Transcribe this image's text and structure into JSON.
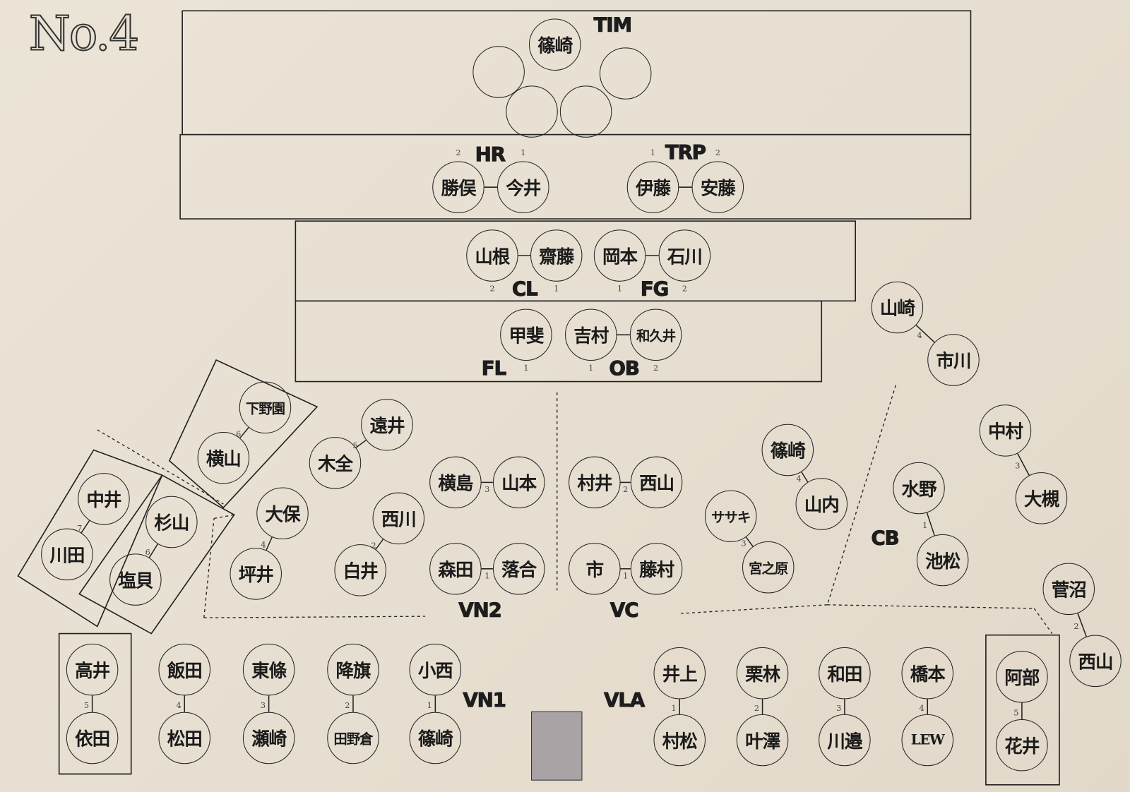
{
  "title": "No.4",
  "sections": {
    "TIM": "TIM",
    "HR": "HR",
    "TRP": "TRP",
    "CL": "CL",
    "FG": "FG",
    "FL": "FL",
    "OB": "OB",
    "CB": "CB",
    "VC": "VC",
    "VN2": "VN2",
    "VN1": "VN1",
    "VLA": "VLA"
  },
  "seats": [
    {
      "id": "tim",
      "name": "篠崎"
    },
    {
      "id": "tim_e1",
      "name": ""
    },
    {
      "id": "tim_e2",
      "name": ""
    },
    {
      "id": "tim_e3",
      "name": ""
    },
    {
      "id": "tim_e4",
      "name": ""
    },
    {
      "id": "hr2",
      "name": "勝俣",
      "num": "2"
    },
    {
      "id": "hr1",
      "name": "今井",
      "num": "1"
    },
    {
      "id": "trp1",
      "name": "伊藤",
      "num": "1"
    },
    {
      "id": "trp2",
      "name": "安藤",
      "num": "2"
    },
    {
      "id": "cl2",
      "name": "山根",
      "num": "2"
    },
    {
      "id": "cl1",
      "name": "齋藤",
      "num": "1"
    },
    {
      "id": "fg1",
      "name": "岡本",
      "num": "1"
    },
    {
      "id": "fg2",
      "name": "石川",
      "num": "2"
    },
    {
      "id": "fl1",
      "name": "甲斐",
      "num": "1"
    },
    {
      "id": "ob1",
      "name": "吉村",
      "num": "1"
    },
    {
      "id": "ob2",
      "name": "和久井",
      "num": "2"
    },
    {
      "id": "hn_a",
      "name": "山崎"
    },
    {
      "id": "hn_b",
      "name": "市川"
    },
    {
      "id": "cb3a",
      "name": "中村"
    },
    {
      "id": "cb3b",
      "name": "大槻"
    },
    {
      "id": "cb1a",
      "name": "水野"
    },
    {
      "id": "cb1b",
      "name": "池松"
    },
    {
      "id": "cb2a",
      "name": "菅沼"
    },
    {
      "id": "cb2b",
      "name": "西山"
    },
    {
      "id": "vc4a",
      "name": "篠崎"
    },
    {
      "id": "vc4b",
      "name": "山内"
    },
    {
      "id": "vc3a",
      "name": "ササキ"
    },
    {
      "id": "vc3b",
      "name": "宮之原"
    },
    {
      "id": "vc2a",
      "name": "村井"
    },
    {
      "id": "vc2b",
      "name": "西山"
    },
    {
      "id": "vc1a",
      "name": "市"
    },
    {
      "id": "vc1b",
      "name": "藤村"
    },
    {
      "id": "vn3a",
      "name": "横島"
    },
    {
      "id": "vn3b",
      "name": "山本"
    },
    {
      "id": "vn1a",
      "name": "森田"
    },
    {
      "id": "vn1b",
      "name": "落合"
    },
    {
      "id": "vn2a",
      "name": "西川"
    },
    {
      "id": "vn2b",
      "name": "白井"
    },
    {
      "id": "vn5a",
      "name": "遠井"
    },
    {
      "id": "vn5b",
      "name": "木全"
    },
    {
      "id": "vn4a",
      "name": "大保"
    },
    {
      "id": "vn4b",
      "name": "坪井"
    },
    {
      "id": "vn6a",
      "name": "下野園"
    },
    {
      "id": "vn6b",
      "name": "横山"
    },
    {
      "id": "vn7a",
      "name": "中井"
    },
    {
      "id": "vn7b",
      "name": "川田"
    },
    {
      "id": "vn6c",
      "name": "杉山"
    },
    {
      "id": "vn6d",
      "name": "塩貝"
    },
    {
      "id": "v1_5a",
      "name": "高井"
    },
    {
      "id": "v1_5b",
      "name": "依田"
    },
    {
      "id": "v1_4a",
      "name": "飯田"
    },
    {
      "id": "v1_4b",
      "name": "松田"
    },
    {
      "id": "v1_3a",
      "name": "東條"
    },
    {
      "id": "v1_3b",
      "name": "瀬崎"
    },
    {
      "id": "v1_2a",
      "name": "降旗"
    },
    {
      "id": "v1_2b",
      "name": "田野倉"
    },
    {
      "id": "v1_1a",
      "name": "小西"
    },
    {
      "id": "v1_1b",
      "name": "篠崎"
    },
    {
      "id": "va1a",
      "name": "井上"
    },
    {
      "id": "va1b",
      "name": "村松"
    },
    {
      "id": "va2a",
      "name": "栗林"
    },
    {
      "id": "va2b",
      "name": "叶澤"
    },
    {
      "id": "va3a",
      "name": "和田"
    },
    {
      "id": "va3b",
      "name": "川邉"
    },
    {
      "id": "va4a",
      "name": "橋本"
    },
    {
      "id": "va4b",
      "name": "LEW"
    },
    {
      "id": "va5a",
      "name": "阿部"
    },
    {
      "id": "va5b",
      "name": "花井"
    }
  ],
  "stand_numbers": [
    "4",
    "3",
    "1",
    "2",
    "4",
    "3",
    "2",
    "1",
    "3",
    "1",
    "2",
    "5",
    "4",
    "6",
    "7",
    "6",
    "5",
    "4",
    "3",
    "2",
    "1",
    "1",
    "2",
    "3",
    "4",
    "5"
  ]
}
